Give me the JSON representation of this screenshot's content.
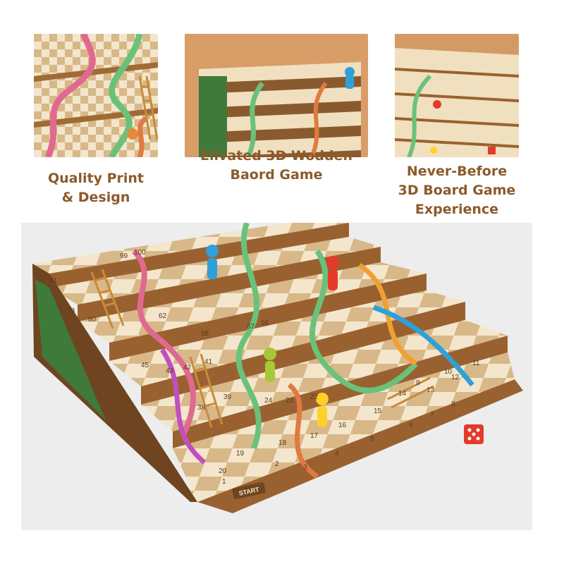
{
  "panels": [
    {
      "caption_lines": [
        "Quality Print",
        "& Design"
      ]
    },
    {
      "caption_lines": [
        "Elivated 3D Wodden",
        "Baord Game"
      ]
    },
    {
      "caption_lines": [
        "Never-Before",
        "3D Board Game",
        "Experience"
      ]
    }
  ],
  "board": {
    "start_label": "START",
    "row1_numbers": [
      "1",
      "2",
      "3",
      "4",
      "5",
      "6",
      "7",
      "8",
      "9",
      "10",
      "11"
    ],
    "row2_numbers": [
      "20",
      "19",
      "18",
      "17",
      "16",
      "15",
      "14",
      "13",
      "12"
    ],
    "upper_numbers": [
      "39",
      "38",
      "24",
      "23",
      "22",
      "45",
      "43",
      "42",
      "41",
      "58",
      "57",
      "56",
      "62",
      "79",
      "80",
      "81",
      "99",
      "100"
    ]
  },
  "colors": {
    "accent_text": "#8c5a2b",
    "board_light": "#f3e6cc",
    "board_dark": "#d8b888",
    "wood": "#9a6130",
    "thumb_bg_1": "#e8dcc6",
    "thumb_bg_2": "#d99d67",
    "thumb_bg_3": "#d49a66",
    "scene_bg": "#ededed"
  },
  "icons": [
    "snake-icon",
    "ladder-icon",
    "pawn-icon",
    "dice-icon"
  ]
}
